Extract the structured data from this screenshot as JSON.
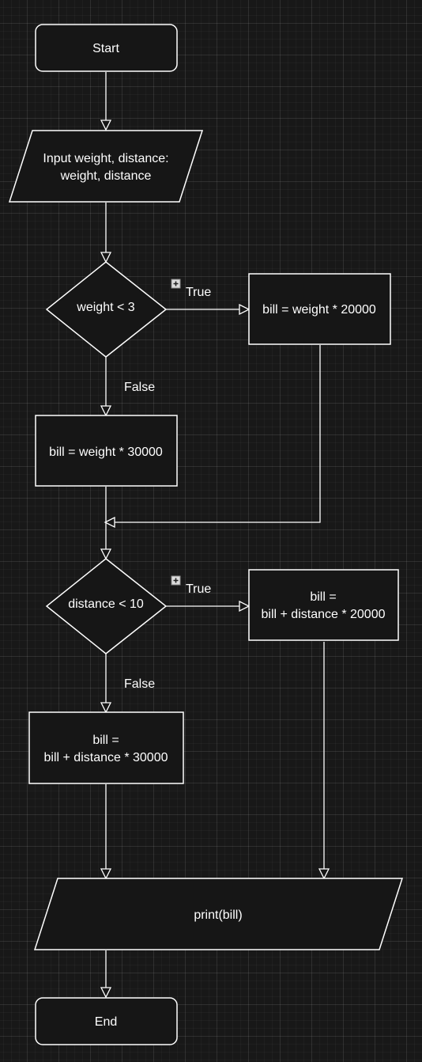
{
  "colors": {
    "background": "#181818",
    "node_fill": "#161616",
    "stroke": "#ffffff",
    "text": "#ffffff"
  },
  "nodes": {
    "start": {
      "shape": "rounded-rectangle",
      "lines": [
        "Start"
      ]
    },
    "input": {
      "shape": "parallelogram",
      "lines": [
        "Input weight, distance:",
        "weight, distance"
      ]
    },
    "decision1": {
      "shape": "diamond",
      "lines": [
        "weight < 3"
      ]
    },
    "bill_true1": {
      "shape": "rectangle",
      "lines": [
        "bill = weight * 20000"
      ]
    },
    "bill_false1": {
      "shape": "rectangle",
      "lines": [
        "bill = weight * 30000"
      ]
    },
    "decision2": {
      "shape": "diamond",
      "lines": [
        "distance < 10"
      ]
    },
    "bill_true2": {
      "shape": "rectangle",
      "lines": [
        "bill =",
        "bill + distance * 20000"
      ]
    },
    "bill_false2": {
      "shape": "rectangle",
      "lines": [
        "bill =",
        "bill + distance * 30000"
      ]
    },
    "print": {
      "shape": "parallelogram",
      "lines": [
        "print(bill)"
      ]
    },
    "end": {
      "shape": "rounded-rectangle",
      "lines": [
        "End"
      ]
    }
  },
  "edges": [
    {
      "id": "start-input",
      "from": "start",
      "to": "input",
      "label": ""
    },
    {
      "id": "input-decision1",
      "from": "input",
      "to": "decision1",
      "label": ""
    },
    {
      "id": "decision1-true",
      "from": "decision1",
      "to": "bill_true1",
      "label": "True"
    },
    {
      "id": "decision1-false",
      "from": "decision1",
      "to": "bill_false1",
      "label": "False"
    },
    {
      "id": "true1-merge",
      "from": "bill_true1",
      "to": "decision2",
      "label": ""
    },
    {
      "id": "false1-decision2",
      "from": "bill_false1",
      "to": "decision2",
      "label": ""
    },
    {
      "id": "decision2-true",
      "from": "decision2",
      "to": "bill_true2",
      "label": "True"
    },
    {
      "id": "decision2-false",
      "from": "decision2",
      "to": "bill_false2",
      "label": "False"
    },
    {
      "id": "false2-print",
      "from": "bill_false2",
      "to": "print",
      "label": ""
    },
    {
      "id": "true2-print",
      "from": "bill_true2",
      "to": "print",
      "label": ""
    },
    {
      "id": "print-end",
      "from": "print",
      "to": "end",
      "label": ""
    }
  ],
  "icons": {
    "expand": "plus-square-icon"
  }
}
